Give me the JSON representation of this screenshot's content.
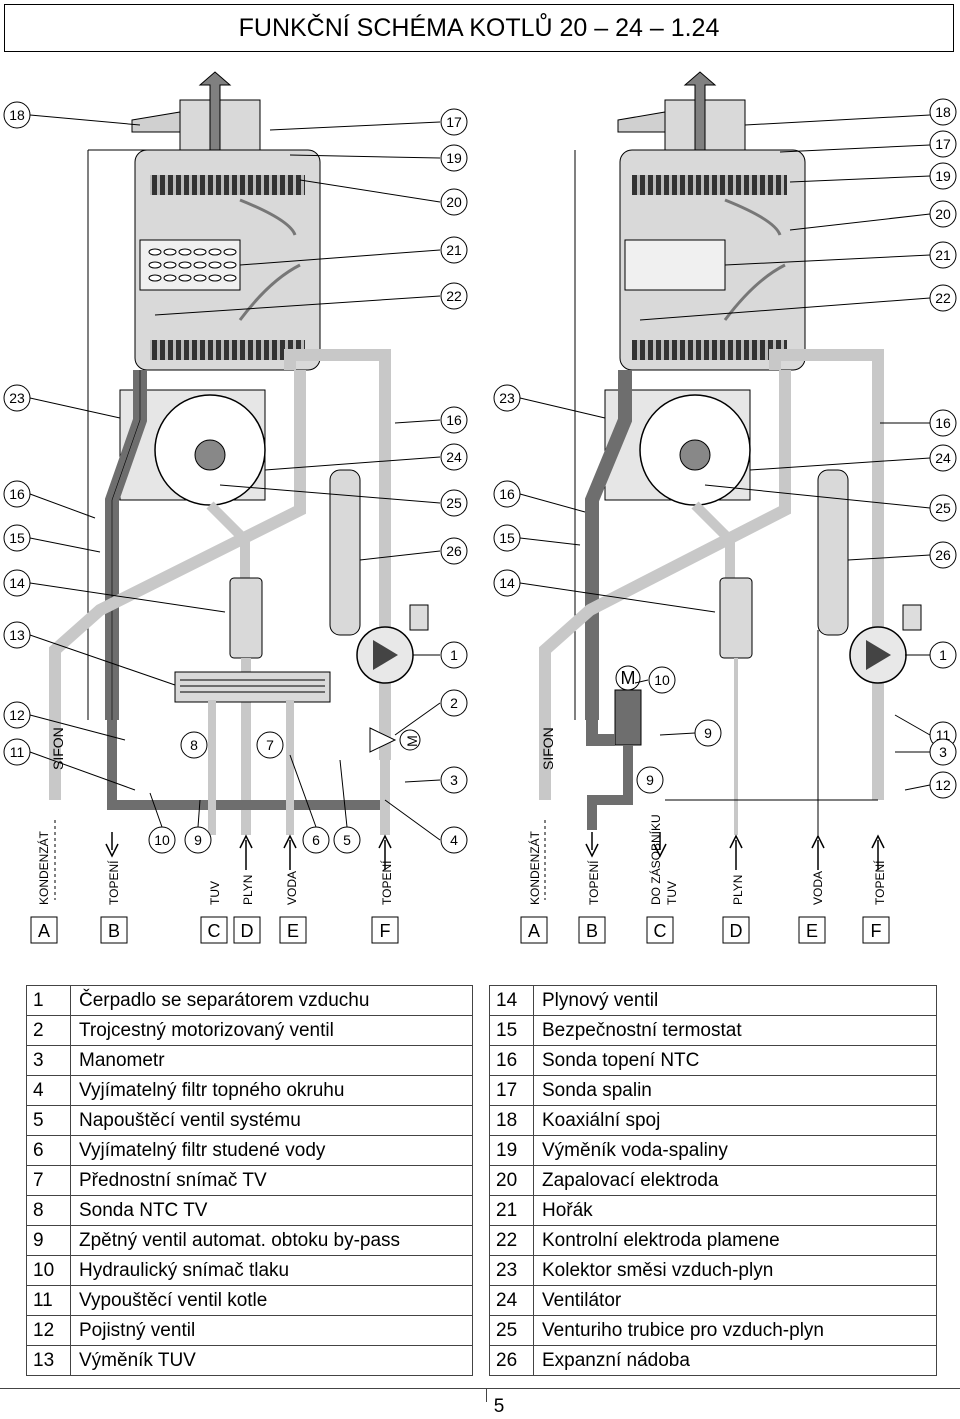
{
  "title": "FUNKČNÍ SCHÉMA KOTLŮ 20 – 24 – 1.24",
  "left_diagram": {
    "callouts": [
      "18",
      "17",
      "19",
      "20",
      "21",
      "22",
      "23",
      "16",
      "24",
      "16",
      "25",
      "15",
      "26",
      "14",
      "13",
      "1",
      "12",
      "2",
      "11",
      "8",
      "7",
      "3",
      "10",
      "9",
      "6",
      "5",
      "4"
    ],
    "m_symbol": "M",
    "sifon": "SIFON",
    "connection_labels": [
      "KONDENZÁT",
      "TOPENÍ",
      "TUV",
      "PLYN",
      "VODA",
      "TOPENÍ"
    ],
    "connection_letters": [
      "A",
      "B",
      "C",
      "D",
      "E",
      "F"
    ]
  },
  "right_diagram": {
    "callouts": [
      "18",
      "17",
      "19",
      "20",
      "21",
      "22",
      "23",
      "16",
      "24",
      "16",
      "25",
      "15",
      "26",
      "14",
      "1",
      "10",
      "11",
      "9",
      "3",
      "9",
      "12"
    ],
    "m_symbol": "M",
    "sifon": "SIFON",
    "connection_labels": [
      "KONDENZÁT",
      "TOPENÍ",
      "DO ZÁSOBNÍKU",
      "TUV",
      "PLYN",
      "VODA",
      "TOPENÍ"
    ],
    "connection_letters": [
      "A",
      "B",
      "C",
      "D",
      "E",
      "F"
    ]
  },
  "legend_left": [
    {
      "num": "1",
      "text": "Čerpadlo se separátorem vzduchu"
    },
    {
      "num": "2",
      "text": "Trojcestný motorizovaný ventil"
    },
    {
      "num": "3",
      "text": "Manometr"
    },
    {
      "num": "4",
      "text": "Vyjímatelný filtr topného okruhu"
    },
    {
      "num": "5",
      "text": "Napouštěcí ventil systému"
    },
    {
      "num": "6",
      "text": "Vyjímatelný filtr studené vody"
    },
    {
      "num": "7",
      "text": "Přednostní snímač TV"
    },
    {
      "num": "8",
      "text": "Sonda NTC TV"
    },
    {
      "num": "9",
      "text": "Zpětný ventil automat. obtoku by-pass"
    },
    {
      "num": "10",
      "text": "Hydraulický snímač tlaku"
    },
    {
      "num": "11",
      "text": "Vypouštěcí ventil kotle"
    },
    {
      "num": "12",
      "text": "Pojistný ventil"
    },
    {
      "num": "13",
      "text": "Výměník TUV"
    }
  ],
  "legend_right": [
    {
      "num": "14",
      "text": "Plynový ventil"
    },
    {
      "num": "15",
      "text": "Bezpečnostní termostat"
    },
    {
      "num": "16",
      "text": "Sonda topení NTC"
    },
    {
      "num": "17",
      "text": "Sonda spalin"
    },
    {
      "num": "18",
      "text": "Koaxiální spoj"
    },
    {
      "num": "19",
      "text": "Výměník voda-spaliny"
    },
    {
      "num": "20",
      "text": "Zapalovací elektroda"
    },
    {
      "num": "21",
      "text": "Hořák"
    },
    {
      "num": "22",
      "text": "Kontrolní elektroda plamene"
    },
    {
      "num": "23",
      "text": "Kolektor směsi vzduch-plyn"
    },
    {
      "num": "24",
      "text": "Ventilátor"
    },
    {
      "num": "25",
      "text": "Venturiho trubice pro vzduch-plyn"
    },
    {
      "num": "26",
      "text": "Expanzní nádoba"
    }
  ],
  "page_number": "5",
  "colors": {
    "pipe_dark": "#6e6e6e",
    "pipe_light": "#c8c8c8",
    "shell": "#d9d9d9",
    "line": "#000000"
  }
}
